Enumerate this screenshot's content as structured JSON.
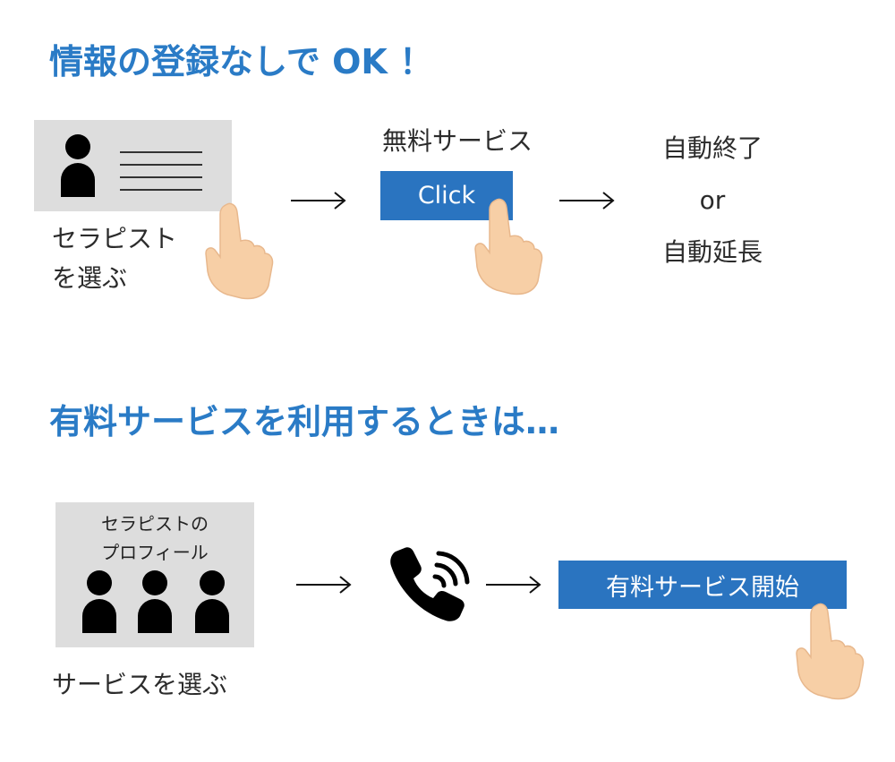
{
  "section1": {
    "heading": "情報の登録なしで OK ！",
    "select_label_line1": "セラピスト",
    "select_label_line2": "を選ぶ",
    "free_service_label": "無料サービス",
    "click_button": "Click",
    "result_line1": "自動終了",
    "result_line2": "or",
    "result_line3": "自動延長"
  },
  "section2": {
    "heading": "有料サービスを利用するときは…",
    "profile_line1": "セラピストの",
    "profile_line2": "プロフィール",
    "select_label": "サービスを選ぶ",
    "start_button": "有料サービス開始"
  },
  "icons": {
    "phone": "phone-icon",
    "hand": "pointing-hand-icon",
    "person": "person-icon"
  },
  "colors": {
    "accent": "#2a7bc6",
    "button": "#2a74c0",
    "card": "#dddddd",
    "skin": "#f7cfa6"
  }
}
